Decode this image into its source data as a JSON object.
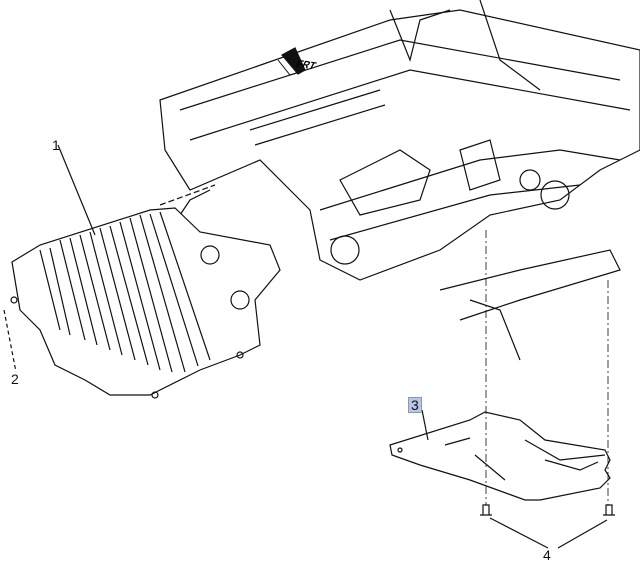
{
  "diagram": {
    "direction_label": "FRT",
    "callouts": [
      {
        "id": "1",
        "highlighted": false
      },
      {
        "id": "2",
        "highlighted": false
      },
      {
        "id": "3",
        "highlighted": true
      },
      {
        "id": "4",
        "highlighted": false
      }
    ],
    "highlight_color": "#b9c6e4"
  }
}
